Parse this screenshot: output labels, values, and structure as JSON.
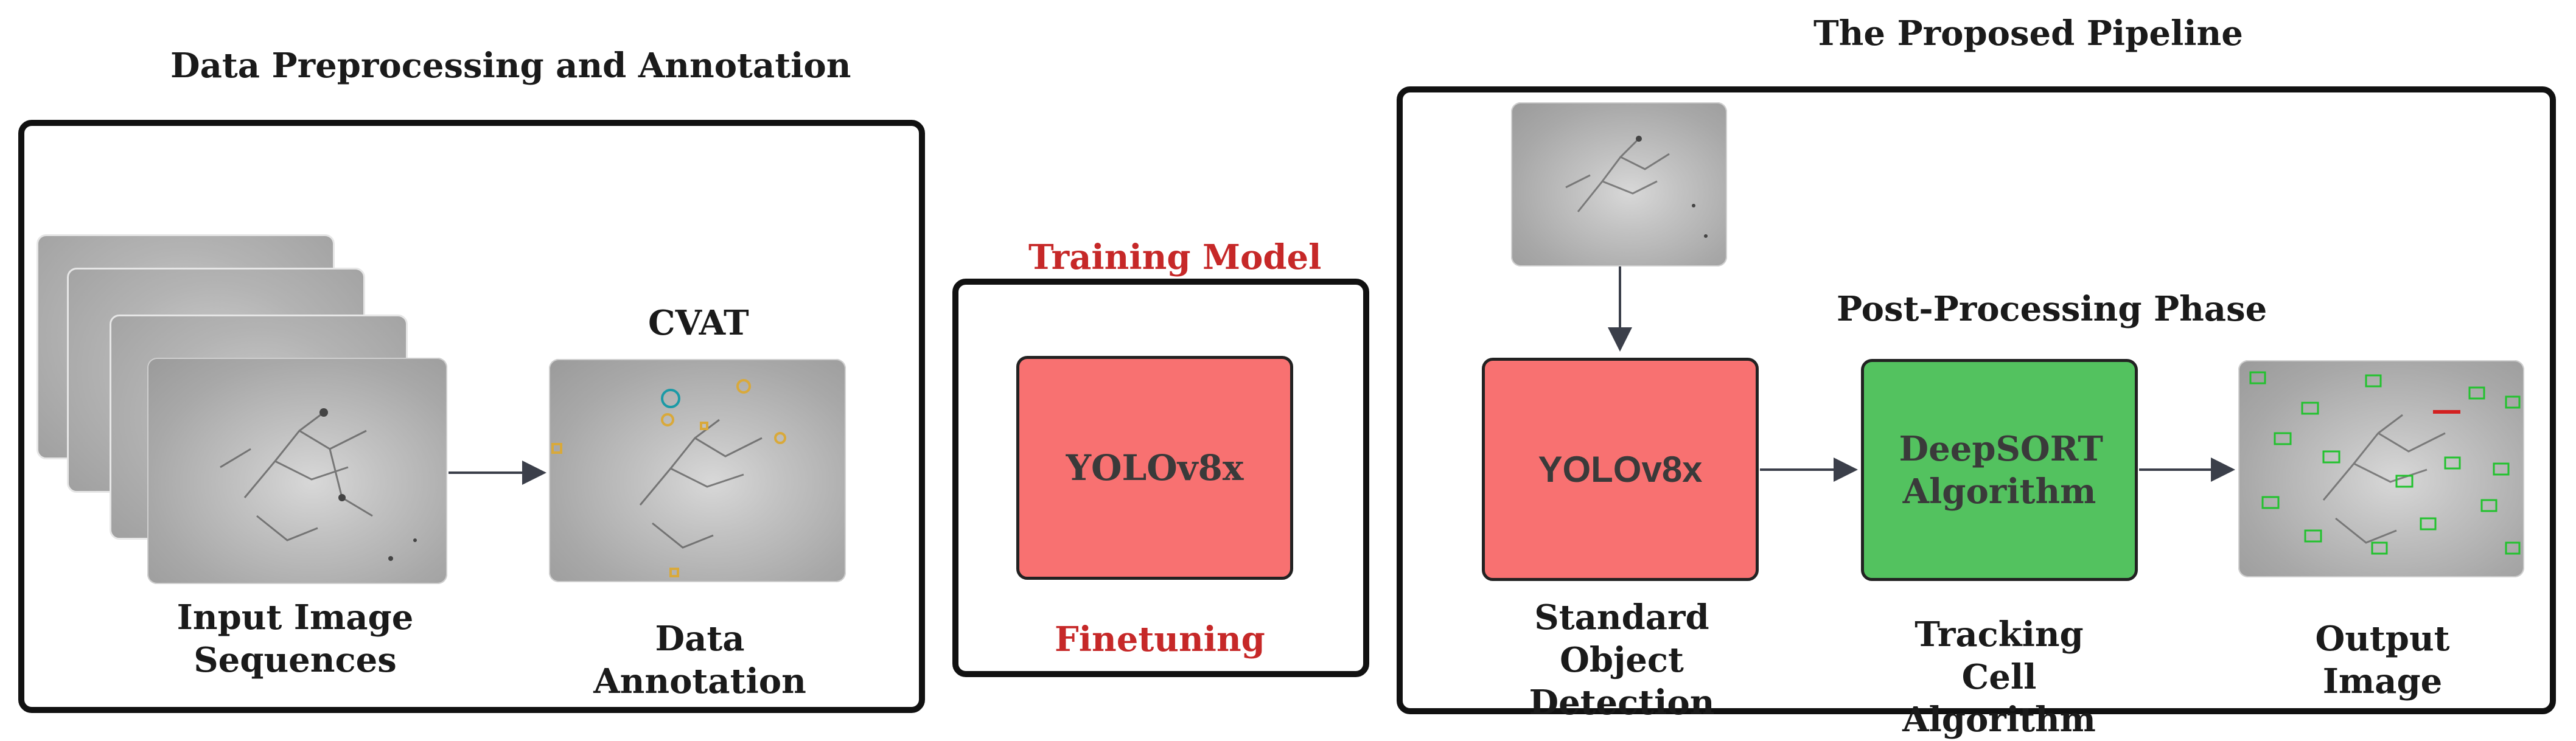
{
  "headings": {
    "left_panel": "Data Preprocessing and Annotation",
    "pipeline": "The Proposed Pipeline",
    "training": "Training Model",
    "post_processing": "Post-Processing Phase",
    "cvat": "CVAT"
  },
  "left_panel": {
    "input_caption": "Input Image Sequences",
    "annotation_caption": "Data Annotation"
  },
  "training_panel": {
    "model_label": "YOLOv8x",
    "finetune_label": "Finetuning"
  },
  "pipeline_panel": {
    "detector_label": "YOLOv8x",
    "tracker_label": "DeepSORT Algorithm",
    "detection_caption": "Standard Object Detection",
    "tracking_caption": "Tracking Cell Algorithm",
    "output_caption": "Output Image"
  },
  "colors": {
    "red_block": "#f87171",
    "green_block": "#53c25f",
    "red_text": "#c62828",
    "border": "#111111"
  }
}
